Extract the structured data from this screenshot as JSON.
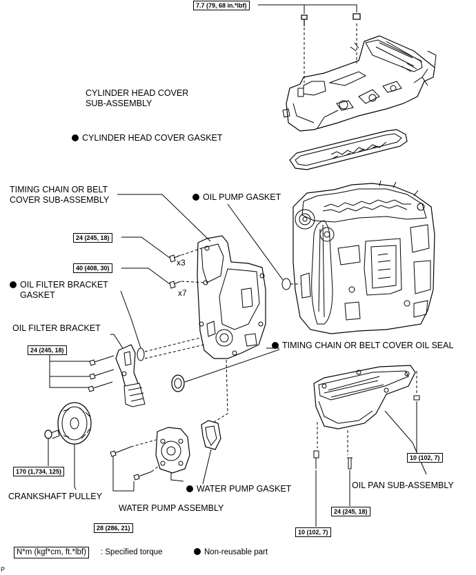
{
  "labels": {
    "cylinder_head_cover_1": "CYLINDER HEAD COVER",
    "cylinder_head_cover_2": "SUB-ASSEMBLY",
    "cylinder_head_cover_gasket": "CYLINDER HEAD COVER GASKET",
    "timing_chain_cover_1": "TIMING CHAIN OR BELT",
    "timing_chain_cover_2": "COVER SUB-ASSEMBLY",
    "oil_pump_gasket": "OIL PUMP GASKET",
    "oil_filter_bracket_gasket_1": "OIL FILTER BRACKET",
    "oil_filter_bracket_gasket_2": "GASKET",
    "oil_filter_bracket": "OIL FILTER BRACKET",
    "timing_chain_oil_seal": "TIMING CHAIN OR BELT COVER OIL SEAL",
    "crankshaft_pulley": "CRANKSHAFT PULLEY",
    "water_pump_assembly": "WATER PUMP ASSEMBLY",
    "water_pump_gasket": "WATER PUMP GASKET",
    "oil_pan": "OIL PAN SUB-ASSEMBLY"
  },
  "counts": {
    "x3": "x3",
    "x7": "x7"
  },
  "torques": {
    "head_cover": "7.7 (79, 68 in.*lbf)",
    "chain_cover_a": "24 (245, 18)",
    "chain_cover_b": "40 (408, 30)",
    "oil_filter_bracket": "24 (245, 18)",
    "crankshaft_pulley": "170 (1,734, 125)",
    "water_pump": "28 (286, 21)",
    "oil_pan_bolt": "24 (245, 18)",
    "oil_pan_nut": "10 (102, 7)",
    "oil_pan_plug": "10 (102, 7)"
  },
  "legend": {
    "unit_box": "N*m (kgf*cm, ft.*lbf)",
    "unit_text": ": Specified torque",
    "non_reusable": "Non-reusable part"
  },
  "footer_code": "P"
}
